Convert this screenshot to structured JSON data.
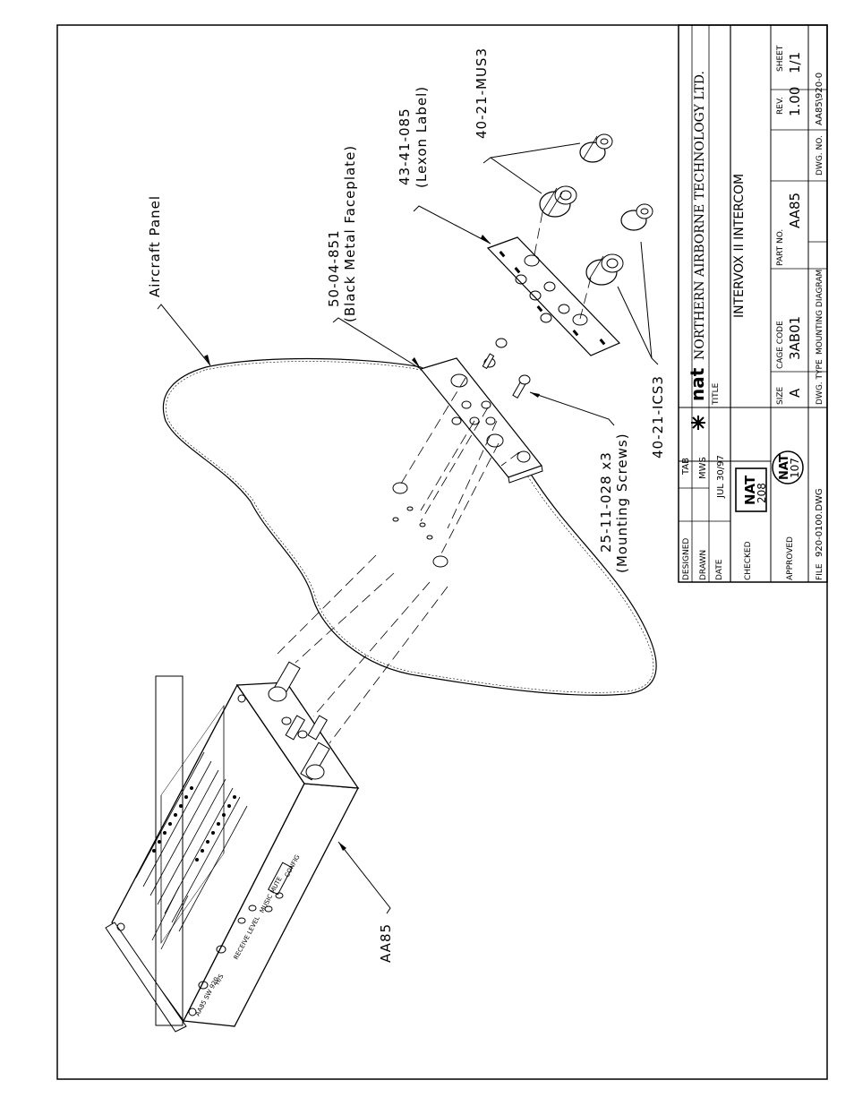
{
  "callouts": {
    "aircraft_panel": "Aircraft Panel",
    "faceplate_part": "50-04-851",
    "faceplate_desc": "(Black Metal Faceplate)",
    "label_part": "43-41-085",
    "label_desc": "(Lexon Label)",
    "knob_mus_part": "40-21-MUS3",
    "knob_ics_part": "40-21-ICS3",
    "screws_part": "25-11-028 x3",
    "screws_desc": "(Mounting Screws)",
    "unit_part": "AA85"
  },
  "device_labels": {
    "receive_level": "RECEIVE LEVEL",
    "music_mute": "MUSIC MUTE",
    "config": "CONFIG",
    "hs": "H/S",
    "model_sw": "AA85 SW 920"
  },
  "title_block": {
    "company_logo": "nat",
    "company": "NORTHERN AIRBORNE TECHNOLOGY LTD.",
    "designed_label": "DESIGNED",
    "designed_value": "TAB",
    "drawn_label": "DRAWN",
    "drawn_value": "MWS",
    "date_label": "DATE",
    "date_value": "JUL 30/97",
    "checked_label": "CHECKED",
    "checked_stamp_line1": "NAT",
    "checked_stamp_line2": "208",
    "approved_label": "APPROVED",
    "approved_stamp_line1": "NAT",
    "approved_stamp_line2": "107",
    "file_label": "FILE",
    "file_value": "920-0100.DWG",
    "title_label": "TITLE",
    "title_value": "INTERVOX II INTERCOM",
    "size_label": "SIZE",
    "size_value": "A",
    "cage_label": "CAGE CODE",
    "cage_value": "3AB01",
    "part_label": "PART NO.",
    "part_value": "AA85",
    "rev_label": "REV.",
    "rev_value": "1.00",
    "sheet_label": "SHEET",
    "sheet_value": "1/1",
    "dwg_type_label": "DWG. TYPE",
    "dwg_type_value": "MOUNTING DIAGRAM",
    "dwg_no_label": "DWG. NO.",
    "dwg_no_value": "AA85\\920-0"
  }
}
